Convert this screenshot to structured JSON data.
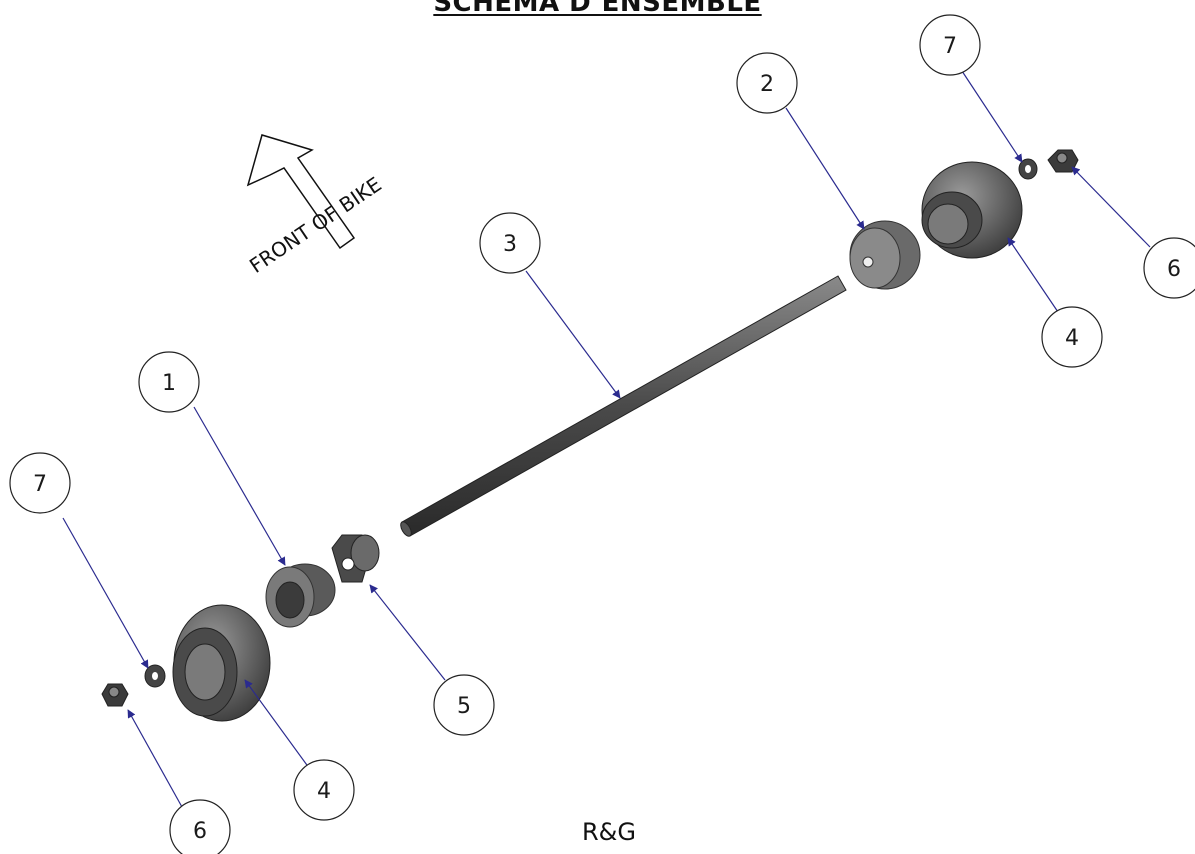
{
  "title": "SCHEMA D’ENSEMBLE",
  "footer": "R&G",
  "direction_label": "FRONT OF BIKE",
  "balloons": [
    {
      "id": "b1",
      "number": "1"
    },
    {
      "id": "b2",
      "number": "2"
    },
    {
      "id": "b3",
      "number": "3"
    },
    {
      "id": "b4a",
      "number": "4"
    },
    {
      "id": "b4b",
      "number": "4"
    },
    {
      "id": "b5",
      "number": "5"
    },
    {
      "id": "b6a",
      "number": "6"
    },
    {
      "id": "b6b",
      "number": "6"
    },
    {
      "id": "b7a",
      "number": "7"
    },
    {
      "id": "b7b",
      "number": "7"
    }
  ],
  "colors": {
    "leader": "#2b2b8f",
    "part_dark": "#3b3b3b",
    "part_mid": "#6a6a6a",
    "part_light": "#9a9a9a"
  }
}
